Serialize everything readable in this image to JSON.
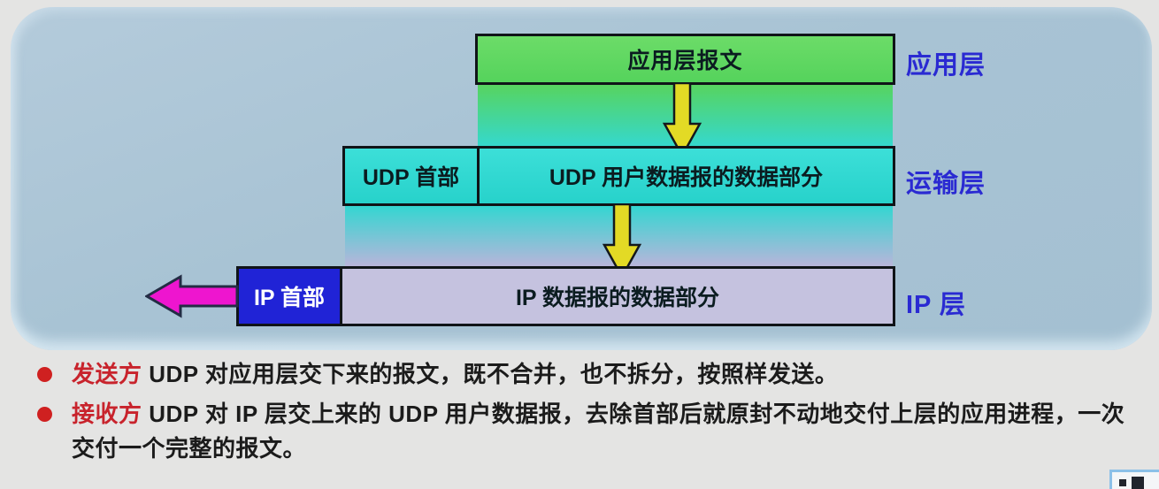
{
  "diagram": {
    "app_layer_box": "应用层报文",
    "udp_header_box": "UDP 首部",
    "udp_data_box": "UDP 用户数据报的数据部分",
    "ip_header_box": "IP 首部",
    "ip_data_box": "IP 数据报的数据部分",
    "layer_labels": {
      "application": "应用层",
      "transport": "运输层",
      "ip": "IP 层"
    }
  },
  "bullets": [
    {
      "lead": "发送方",
      "text": " UDP 对应用层交下来的报文，既不合并，也不拆分，按照样发送。"
    },
    {
      "lead": "接收方",
      "text": " UDP 对 IP 层交上来的 UDP 用户数据报，去除首部后就原封不动地交付上层的应用进程，一次交付一个完整的报文。"
    }
  ],
  "colors": {
    "page_background": "#e4e4e3",
    "panel_background": "#a8c3d4",
    "app_box_green": "#5ed763",
    "udp_box_cyan": "#2fd8d1",
    "ip_header_blue": "#2023d6",
    "ip_data_lavender": "#c5c2df",
    "down_arrow_yellow": "#e3da25",
    "left_arrow_magenta": "#ee15cf",
    "layer_label_blue": "#2a2ad2",
    "bullet_lead_red": "#c8232c",
    "bullet_text_black": "#1b1b1b"
  }
}
